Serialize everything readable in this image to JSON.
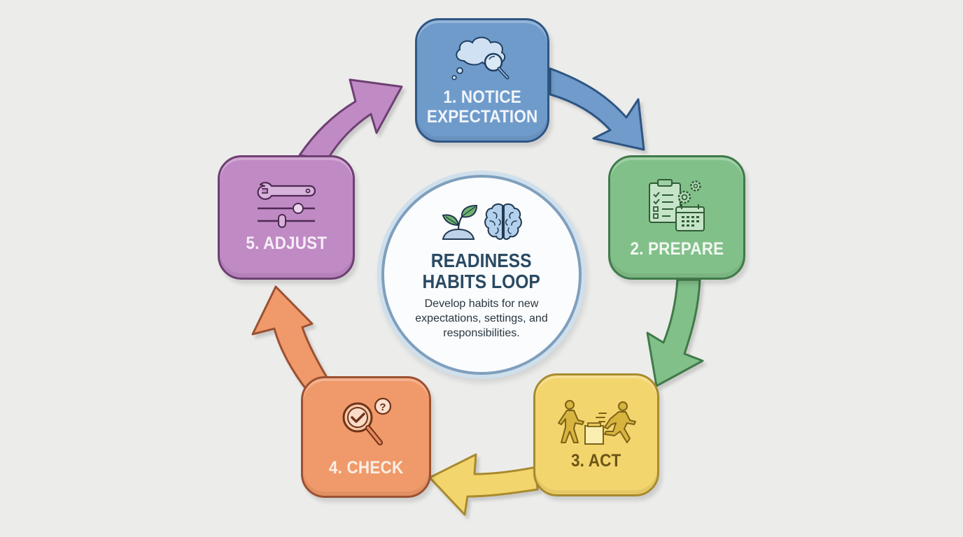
{
  "diagram": {
    "title": "READINESS HABITS LOOP",
    "title_lines": [
      "READINESS",
      "HABITS LOOP"
    ],
    "description": "Develop habits for new expectations, settings, and responsibilities.",
    "center_icons": [
      "sprout-icon",
      "brain-icon"
    ],
    "colors": {
      "background": "#ececeb",
      "hub_fill": "#fafcfd",
      "hub_border": "#7f9fbd",
      "title": "#2a4a63"
    },
    "steps": [
      {
        "number": 1,
        "label": "1. NOTICE EXPECTATION",
        "label_lines": [
          "1. NOTICE",
          "EXPECTATION"
        ],
        "icon": "thought-cloud-magnifier-icon",
        "color": "#6f9bcb",
        "border": "#2e5683"
      },
      {
        "number": 2,
        "label": "2. PREPARE",
        "icon": "checklist-gears-calendar-icon",
        "color": "#82c08a",
        "border": "#3f7a48"
      },
      {
        "number": 3,
        "label": "3. ACT",
        "icon": "people-moving-box-icon",
        "color": "#f3d56d",
        "border": "#a88a2f"
      },
      {
        "number": 4,
        "label": "4. CHECK",
        "icon": "magnifier-check-question-icon",
        "color": "#f0996a",
        "border": "#9b5131"
      },
      {
        "number": 5,
        "label": "5. ADJUST",
        "icon": "wrench-sliders-icon",
        "color": "#c08ac4",
        "border": "#6e3f72"
      }
    ],
    "arrows": [
      {
        "from": 1,
        "to": 2,
        "color": "#6f9bcb"
      },
      {
        "from": 2,
        "to": 3,
        "color": "#82c08a"
      },
      {
        "from": 3,
        "to": 4,
        "color": "#f3d56d"
      },
      {
        "from": 4,
        "to": 5,
        "color": "#f0996a"
      },
      {
        "from": 5,
        "to": 1,
        "color": "#c08ac4"
      }
    ]
  }
}
